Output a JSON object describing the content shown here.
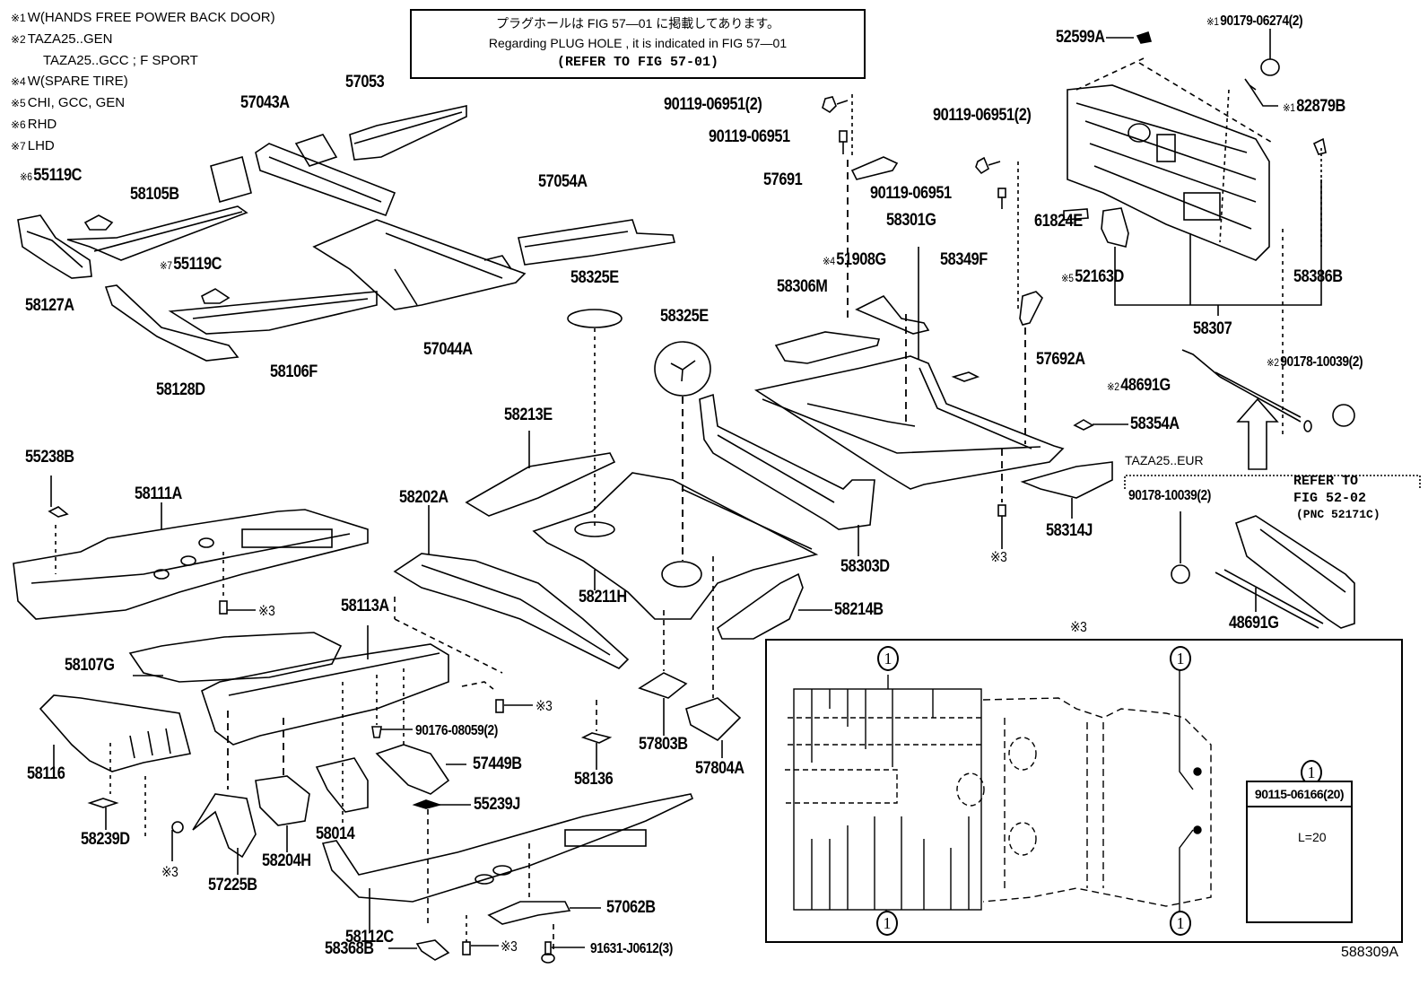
{
  "legend_notes": [
    {
      "mark": "※1",
      "text": "W(HANDS FREE POWER BACK DOOR)"
    },
    {
      "mark": "※2",
      "text": "TAZA25..GEN"
    },
    {
      "mark": "",
      "text": "TAZA25..GCC ; F SPORT"
    },
    {
      "mark": "※4",
      "text": "W(SPARE TIRE)"
    },
    {
      "mark": "※5",
      "text": "CHI, GCC, GEN"
    },
    {
      "mark": "※6",
      "text": "RHD"
    },
    {
      "mark": "※7",
      "text": "LHD"
    }
  ],
  "notice": {
    "japanese": "プラグホールは FIG 57―01 に掲載してあります。",
    "english": "Regarding  PLUG  HOLE , it is indicated in FIG 57―01",
    "reference": "(REFER TO FIG 57-01)"
  },
  "parts": {
    "p57053": "57053",
    "p57043A": "57043A",
    "p55119C_rhd": "55119C",
    "p55119C_rhd_mark": "※6",
    "p58105B": "58105B",
    "p57054A": "57054A",
    "p55119C_lhd": "55119C",
    "p55119C_lhd_mark": "※7",
    "p58127A": "58127A",
    "p58325E_a": "58325E",
    "p58325E_b": "58325E",
    "p58128D": "58128D",
    "p58106F": "58106F",
    "p57044A": "57044A",
    "p90119_2a": "90119-06951(2)",
    "p90119_a": "90119-06951",
    "p57691": "57691",
    "p90119_2b": "90119-06951(2)",
    "p90119_b": "90119-06951",
    "p58301G": "58301G",
    "p51908G": "51908G",
    "p51908G_mark": "※4",
    "p58349F": "58349F",
    "p58306M": "58306M",
    "p52599A": "52599A",
    "p90179": "90179-06274(2)",
    "p90179_mark": "※1",
    "p82879B": "82879B",
    "p82879B_mark": "※1",
    "p61824E": "61824E",
    "p52163D": "52163D",
    "p52163D_mark": "※5",
    "p58386B": "58386B",
    "p58307": "58307",
    "p57692A": "57692A",
    "p90178_2": "90178-10039(2)",
    "p90178_2_mark": "※2",
    "p48691G_2": "48691G",
    "p48691G_2_mark": "※2",
    "p58354A": "58354A",
    "p58314J": "58314J",
    "p55238B": "55238B",
    "p58111A": "58111A",
    "p58213E": "58213E",
    "p58202A": "58202A",
    "p58211H": "58211H",
    "p58303D": "58303D",
    "p58214B": "58214B",
    "p58113A": "58113A",
    "p58107G": "58107G",
    "p58116": "58116",
    "p58239D": "58239D",
    "p57225B": "57225B",
    "p58204H": "58204H",
    "p58014": "58014",
    "p90176": "90176-08059(2)",
    "p57449B": "57449B",
    "p55239J": "55239J",
    "p58136": "58136",
    "p57803B": "57803B",
    "p57804A": "57804A",
    "p58112C": "58112C",
    "p57062B": "57062B",
    "p58368B": "58368B",
    "p91631": "91631-J0612(3)",
    "p48691G": "48691G",
    "p90178_eur": "90178-10039(2)"
  },
  "ref3_marks": [
    "※3",
    "※3",
    "※3",
    "※3",
    "※3",
    "※3"
  ],
  "eur_variant": {
    "label": "TAZA25..EUR",
    "refer_line1": "REFER TO",
    "refer_line2": "FIG 52-02",
    "refer_line3": "(PNC 52171C)"
  },
  "detail": {
    "title": "※3",
    "callout": "1",
    "bolt_part": "90115-06166(20)",
    "bolt_length": "L=20"
  },
  "figure_id": "588309A"
}
